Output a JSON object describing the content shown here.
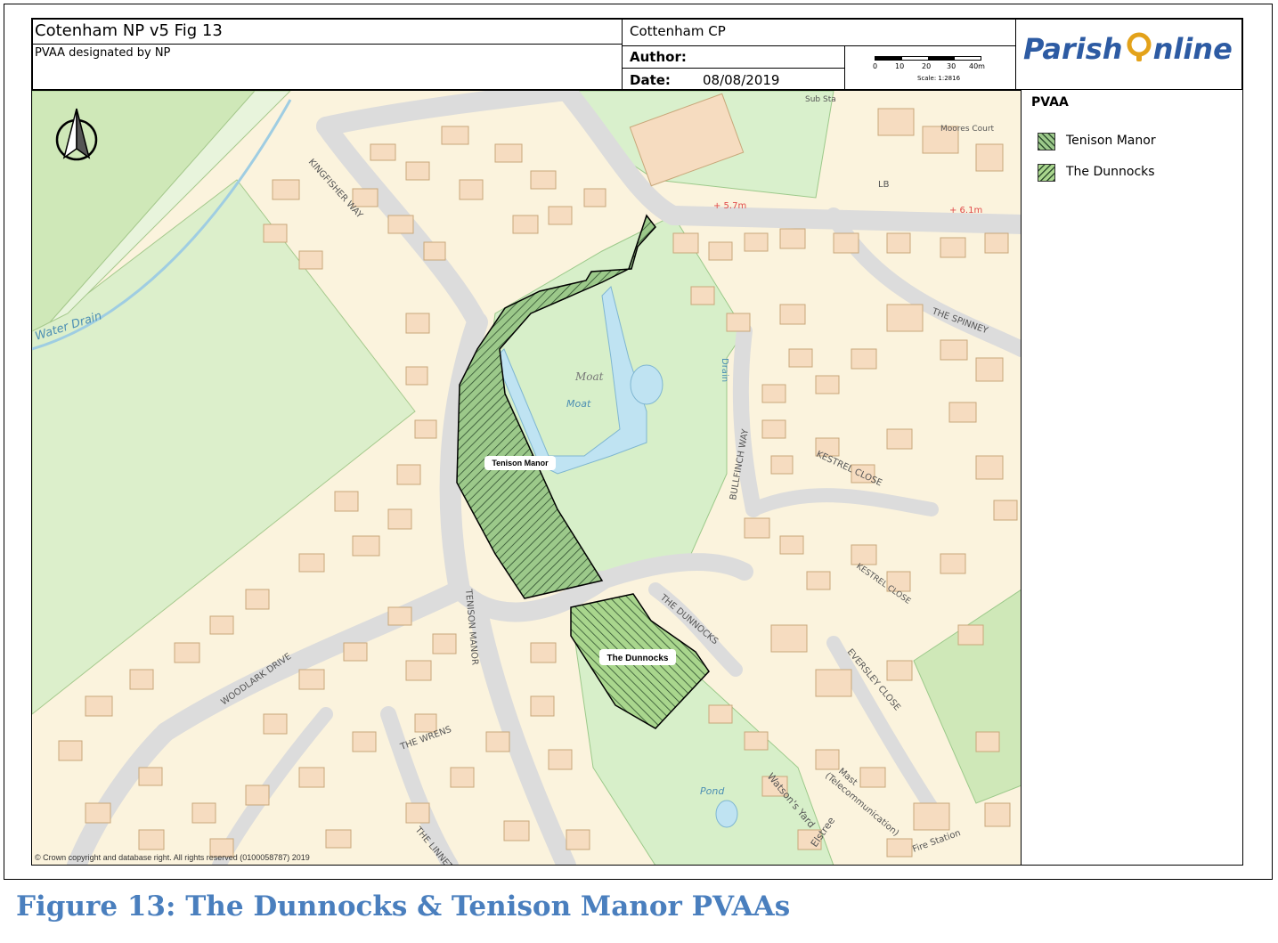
{
  "header": {
    "title": "Cotenham NP v5 Fig 13",
    "subtitle": "PVAA designated by NP",
    "parish": "Cottenham CP",
    "author_label": "Author:",
    "author_value": "",
    "date_label": "Date:",
    "date_value": "08/08/2019",
    "scale_ticks": [
      "0",
      "10",
      "20",
      "30",
      "40m"
    ],
    "scale_text": "Scale: 1:2816",
    "logo_word1": "Parish",
    "logo_word2": "nline"
  },
  "legend": {
    "title": "PVAA",
    "items": [
      {
        "label": "Tenison Manor",
        "color": "#5a8a5a"
      },
      {
        "label": "The Dunnocks",
        "color": "#8dbf6a"
      }
    ]
  },
  "map": {
    "areas": {
      "tenison": "Tenison Manor",
      "dunnocks": "The Dunnocks"
    },
    "labels": {
      "kingfisher_way": "KINGFISHER WAY",
      "water_drain": "Water Drain",
      "moat1": "Moat",
      "moat2": "Moat",
      "bullfinch_way": "BULLFINCH WAY",
      "kestrel_close": "KESTREL CLOSE",
      "kestrel_close2": "KESTREL CLOSE",
      "the_spinney": "THE SPINNEY",
      "the_dunnocks_road": "THE DUNNOCKS",
      "tenison_manor_road": "TENISON MANOR",
      "woodlark_drive": "WOODLARK DRIVE",
      "the_wrens": "THE WRENS",
      "the_linnets": "THE LINNETS",
      "eversley_close": "EVERSLEY CLOSE",
      "watsons_yard": "Watson's Yard",
      "elstree": "Elstree",
      "fire_station": "Fire Station",
      "telecom": "(Telecommunication)",
      "mast": "Mast",
      "pond": "Pond",
      "sub_sta": "Sub Sta",
      "moores_court": "Moores Court",
      "lb": "LB",
      "height1": "+ 5.7m",
      "height2": "+ 6.1m",
      "drain": "Drain"
    },
    "copyright": "© Crown copyright and database right. All rights reserved (0100058787) 2019"
  },
  "caption": "Figure 13: The Dunnocks & Tenison Manor PVAAs",
  "colors": {
    "building": "#f7e6c6",
    "building_stroke": "#c8a77a",
    "road": "#dcdcdc",
    "green": "#d7efc9",
    "field": "#dfeecf",
    "water": "#bfe3f2",
    "caption": "#4a7fbe",
    "logo": "#2d5ba3"
  }
}
